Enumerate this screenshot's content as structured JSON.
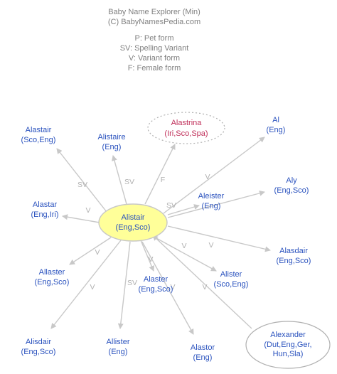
{
  "header": {
    "title": "Baby Name Explorer (Min)",
    "copyright": "(C) BabyNamesPedia.com",
    "legend": [
      "P: Pet form",
      "SV: Spelling Variant",
      "V: Variant form",
      "F: Female form"
    ]
  },
  "center": {
    "name": "Alistair",
    "origin": "(Eng,Sco)"
  },
  "nodes": [
    {
      "name": "Alastair",
      "origin": "(Sco,Eng)",
      "edge": "SV"
    },
    {
      "name": "Alistaire",
      "origin": "(Eng)",
      "edge": "SV"
    },
    {
      "name": "Alastrina",
      "origin": "(Iri,Sco,Spa)",
      "edge": "F"
    },
    {
      "name": "Al",
      "origin": "(Eng)",
      "edge": "V"
    },
    {
      "name": "Aleister",
      "origin": "(Eng)",
      "edge": "SV"
    },
    {
      "name": "Aly",
      "origin": "(Eng,Sco)",
      "edge": ""
    },
    {
      "name": "Alastar",
      "origin": "(Eng,Iri)",
      "edge": "V"
    },
    {
      "name": "Alasdair",
      "origin": "(Eng,Sco)",
      "edge": "V"
    },
    {
      "name": "Allaster",
      "origin": "(Eng,Sco)",
      "edge": "V"
    },
    {
      "name": "Alaster",
      "origin": "(Eng,Sco)",
      "edge": "V"
    },
    {
      "name": "Alister",
      "origin": "(Sco,Eng)",
      "edge": "V"
    },
    {
      "name": "Alisdair",
      "origin": "(Eng,Sco)",
      "edge": "V"
    },
    {
      "name": "Allister",
      "origin": "(Eng)",
      "edge": "SV"
    },
    {
      "name": "Alastor",
      "origin": "(Eng)",
      "edge": "V"
    },
    {
      "name": "Alexander",
      "origin": "(Dut,Eng,Ger,",
      "origin2": "Hun,Sla)",
      "edge": "V"
    }
  ]
}
